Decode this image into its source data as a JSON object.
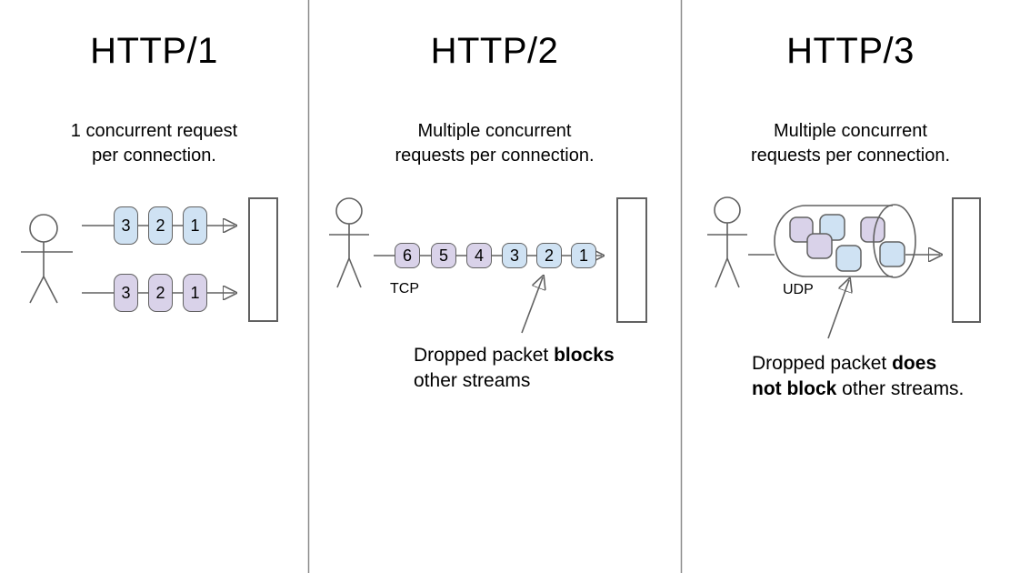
{
  "colors": {
    "background": "#ffffff",
    "stroke": "#616161",
    "divider": "#8c8c8c",
    "text": "#000000",
    "packet_blue": "#cfe2f3",
    "packet_purple": "#d9d2e9"
  },
  "panels": [
    {
      "title": "HTTP/1",
      "caption": "1 concurrent request\nper connection.",
      "rows": [
        {
          "color": "blue",
          "packets": [
            "3",
            "2",
            "1"
          ]
        },
        {
          "color": "purple",
          "packets": [
            "3",
            "2",
            "1"
          ]
        }
      ]
    },
    {
      "title": "HTTP/2",
      "caption": "Multiple concurrent\nrequests per connection.",
      "transport_label": "TCP",
      "packets": [
        {
          "label": "6",
          "color": "purple"
        },
        {
          "label": "5",
          "color": "purple"
        },
        {
          "label": "4",
          "color": "purple"
        },
        {
          "label": "3",
          "color": "blue"
        },
        {
          "label": "2",
          "color": "blue"
        },
        {
          "label": "1",
          "color": "blue"
        }
      ],
      "note_lines": [
        [
          {
            "text": "Dropped packet ",
            "bold": false
          },
          {
            "text": "blocks",
            "bold": true
          }
        ],
        [
          {
            "text": "other streams",
            "bold": false
          }
        ]
      ]
    },
    {
      "title": "HTTP/3",
      "caption": "Multiple concurrent\nrequests per connection.",
      "transport_label": "UDP",
      "tube_packets": [
        {
          "color": "purple"
        },
        {
          "color": "blue"
        },
        {
          "color": "purple"
        },
        {
          "color": "blue"
        },
        {
          "color": "purple"
        },
        {
          "color": "blue"
        }
      ],
      "note_lines": [
        [
          {
            "text": "Dropped packet ",
            "bold": false
          },
          {
            "text": "does",
            "bold": true
          }
        ],
        [
          {
            "text": "not block",
            "bold": true
          },
          {
            "text": " other streams.",
            "bold": false
          }
        ]
      ]
    }
  ]
}
